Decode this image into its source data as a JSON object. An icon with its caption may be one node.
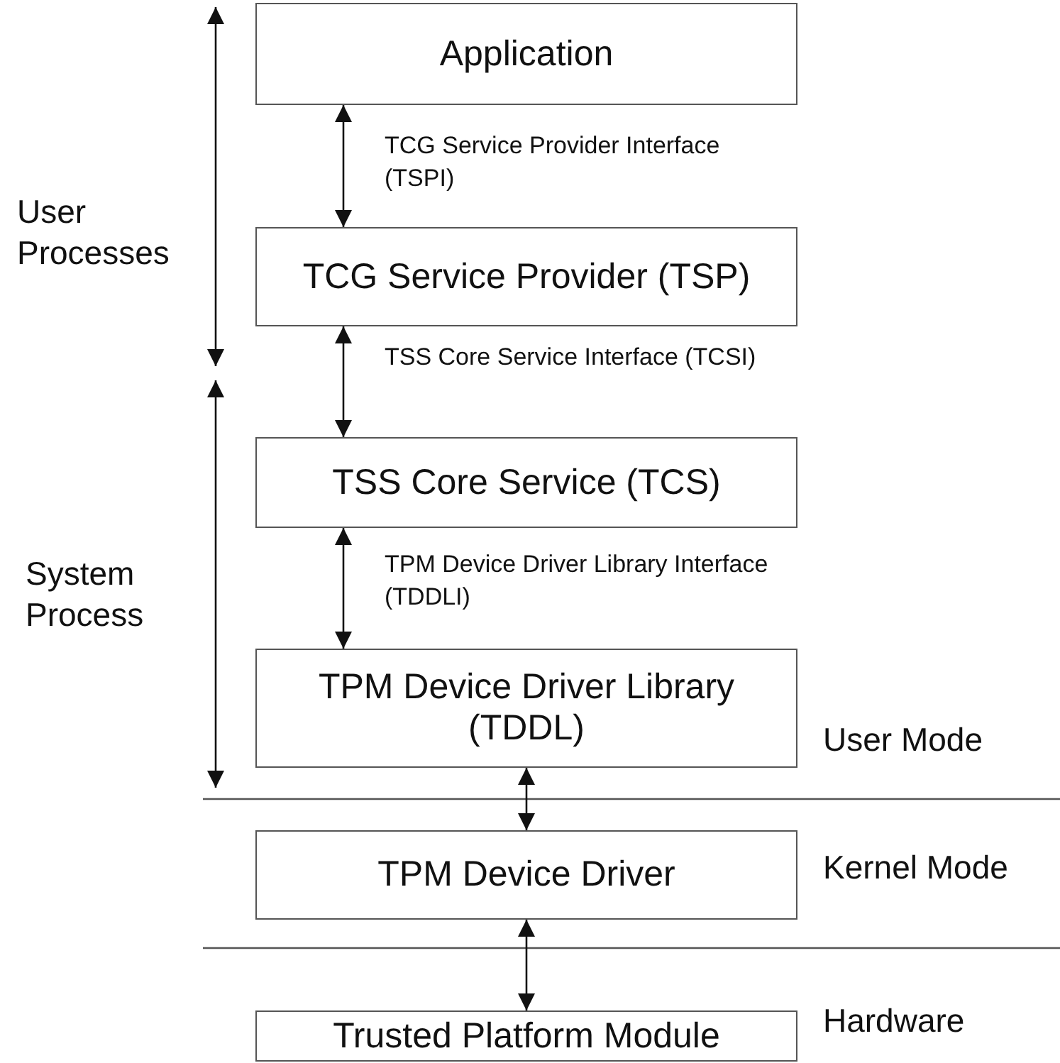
{
  "diagram": {
    "nodes": [
      {
        "text": [
          "Application"
        ]
      },
      {
        "text": [
          "TCG Service Provider (TSP)"
        ]
      },
      {
        "text": [
          "TSS Core Service (TCS)"
        ]
      },
      {
        "text": [
          "TPM Device Driver Library (TDDL)"
        ]
      },
      {
        "text": [
          "TPM Device Driver"
        ]
      },
      {
        "text": [
          "Trusted Platform Module"
        ]
      }
    ],
    "edges": [
      {
        "from": 0,
        "to": 1,
        "arrow": "both",
        "label": "TCG Service Provider Interface (TSPI)"
      },
      {
        "from": 1,
        "to": 2,
        "arrow": "both",
        "label": "TSS Core Service Interface (TCSI)"
      },
      {
        "from": 2,
        "to": 3,
        "arrow": "both",
        "label": "TPM Device Driver Library Interface (TDDLI)"
      },
      {
        "from": 3,
        "to": 4,
        "arrow": "both"
      },
      {
        "from": 4,
        "to": 5,
        "arrow": "both"
      }
    ],
    "labels": [
      "User Processes",
      "System Process",
      "User Mode",
      "Kernel Mode",
      "Hardware"
    ]
  }
}
